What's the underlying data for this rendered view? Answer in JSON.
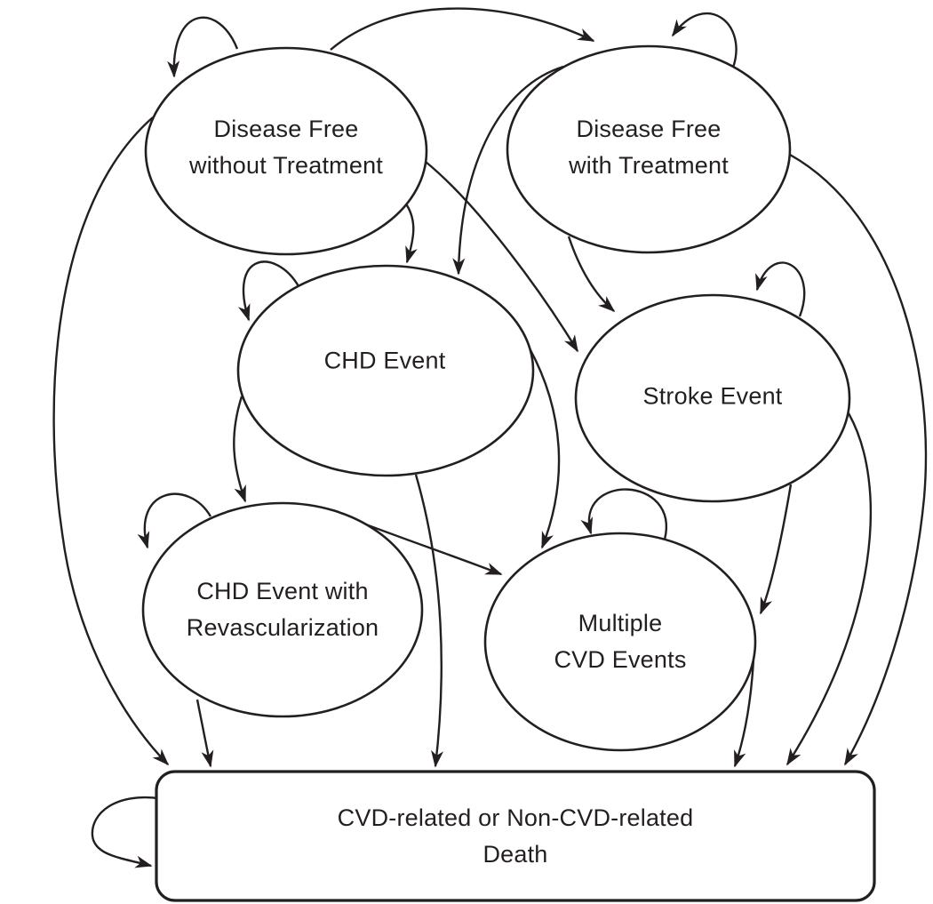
{
  "diagram": {
    "type": "state-transition-diagram",
    "background_color": "#ffffff",
    "ink_color": "#231f20"
  },
  "nodes": {
    "dfnt": {
      "label": "Disease Free\nwithout Treatment",
      "shape": "ellipse"
    },
    "dft": {
      "label": "Disease Free\nwith Treatment",
      "shape": "ellipse"
    },
    "chd": {
      "label": "CHD Event",
      "shape": "ellipse"
    },
    "stroke": {
      "label": "Stroke Event",
      "shape": "ellipse"
    },
    "revasc": {
      "label": "CHD Event with\nRevascularization",
      "shape": "ellipse"
    },
    "mcvd": {
      "label": "Multiple\nCVD Events",
      "shape": "ellipse"
    },
    "death": {
      "label": "CVD-related or Non-CVD-related Death",
      "shape": "rounded-rectangle"
    }
  },
  "edges": [
    {
      "from": "dfnt",
      "to": "dfnt"
    },
    {
      "from": "dfnt",
      "to": "dft"
    },
    {
      "from": "dfnt",
      "to": "chd"
    },
    {
      "from": "dfnt",
      "to": "stroke"
    },
    {
      "from": "dfnt",
      "to": "death"
    },
    {
      "from": "dft",
      "to": "dft"
    },
    {
      "from": "dft",
      "to": "chd"
    },
    {
      "from": "dft",
      "to": "stroke"
    },
    {
      "from": "dft",
      "to": "death"
    },
    {
      "from": "chd",
      "to": "chd"
    },
    {
      "from": "chd",
      "to": "revasc"
    },
    {
      "from": "chd",
      "to": "mcvd"
    },
    {
      "from": "chd",
      "to": "death"
    },
    {
      "from": "stroke",
      "to": "stroke"
    },
    {
      "from": "stroke",
      "to": "mcvd"
    },
    {
      "from": "stroke",
      "to": "death"
    },
    {
      "from": "revasc",
      "to": "revasc"
    },
    {
      "from": "revasc",
      "to": "mcvd"
    },
    {
      "from": "revasc",
      "to": "death"
    },
    {
      "from": "mcvd",
      "to": "mcvd"
    },
    {
      "from": "mcvd",
      "to": "death"
    },
    {
      "from": "death",
      "to": "death"
    }
  ]
}
